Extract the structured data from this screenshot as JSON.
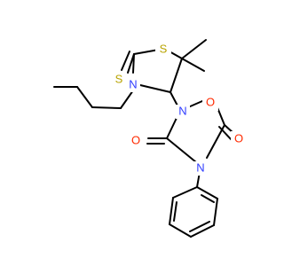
{
  "molecule": {
    "atoms": {
      "s_thione": "S",
      "s_ring": "S",
      "n_thiazolidine": "N",
      "n_oxadiazolidine": "N",
      "o_ring": "O",
      "o_carbonyl_left": "O",
      "o_carbonyl_right": "O",
      "n_phenyl": "N"
    },
    "colors": {
      "S": "#b8a300",
      "N": "#2f3cff",
      "O": "#ff2a00",
      "bond": "#000000"
    }
  }
}
